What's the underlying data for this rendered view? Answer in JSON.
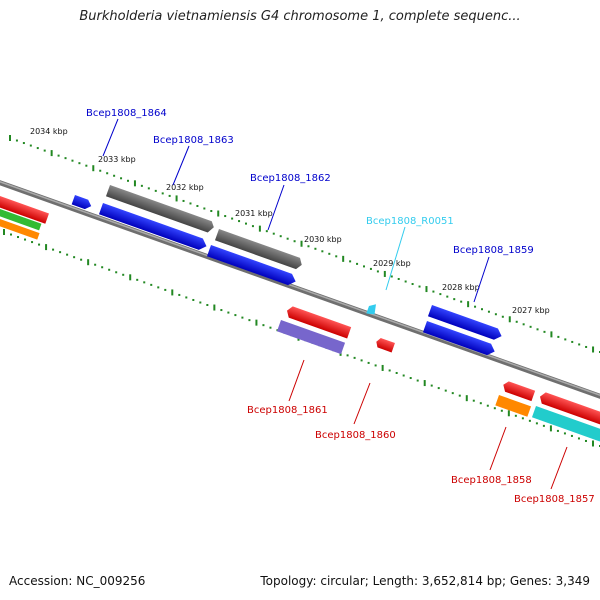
{
  "title": "Burkholderia vietnamiensis G4 chromosome 1, complete sequenc...",
  "footer": {
    "accession": "Accession: NC_009256",
    "summary": "Topology: circular; Length: 3,652,814 bp; Genes: 3,349"
  },
  "colors": {
    "forward": "#0000ee",
    "reverse": "#ee0000",
    "pseudo": "#666666",
    "rna": "#33ccee",
    "ruler": "#228822",
    "backbone": "#8a8a8a"
  },
  "ruler_labels": [
    "2034 kbp",
    "2033 kbp",
    "2032 kbp",
    "2031 kbp",
    "2030 kbp",
    "2029 kbp",
    "2028 kbp",
    "2027 kbp"
  ],
  "gene_labels": [
    {
      "text": "Bcep1808_1864",
      "color": "#0000cc"
    },
    {
      "text": "Bcep1808_1863",
      "color": "#0000cc"
    },
    {
      "text": "Bcep1808_1862",
      "color": "#0000cc"
    },
    {
      "text": "Bcep1808_R0051",
      "color": "#33ccee"
    },
    {
      "text": "Bcep1808_1859",
      "color": "#0000cc"
    },
    {
      "text": "Bcep1808_1861",
      "color": "#cc0000"
    },
    {
      "text": "Bcep1808_1860",
      "color": "#cc0000"
    },
    {
      "text": "Bcep1808_1858",
      "color": "#cc0000"
    },
    {
      "text": "Bcep1808_1857",
      "color": "#cc0000"
    }
  ]
}
